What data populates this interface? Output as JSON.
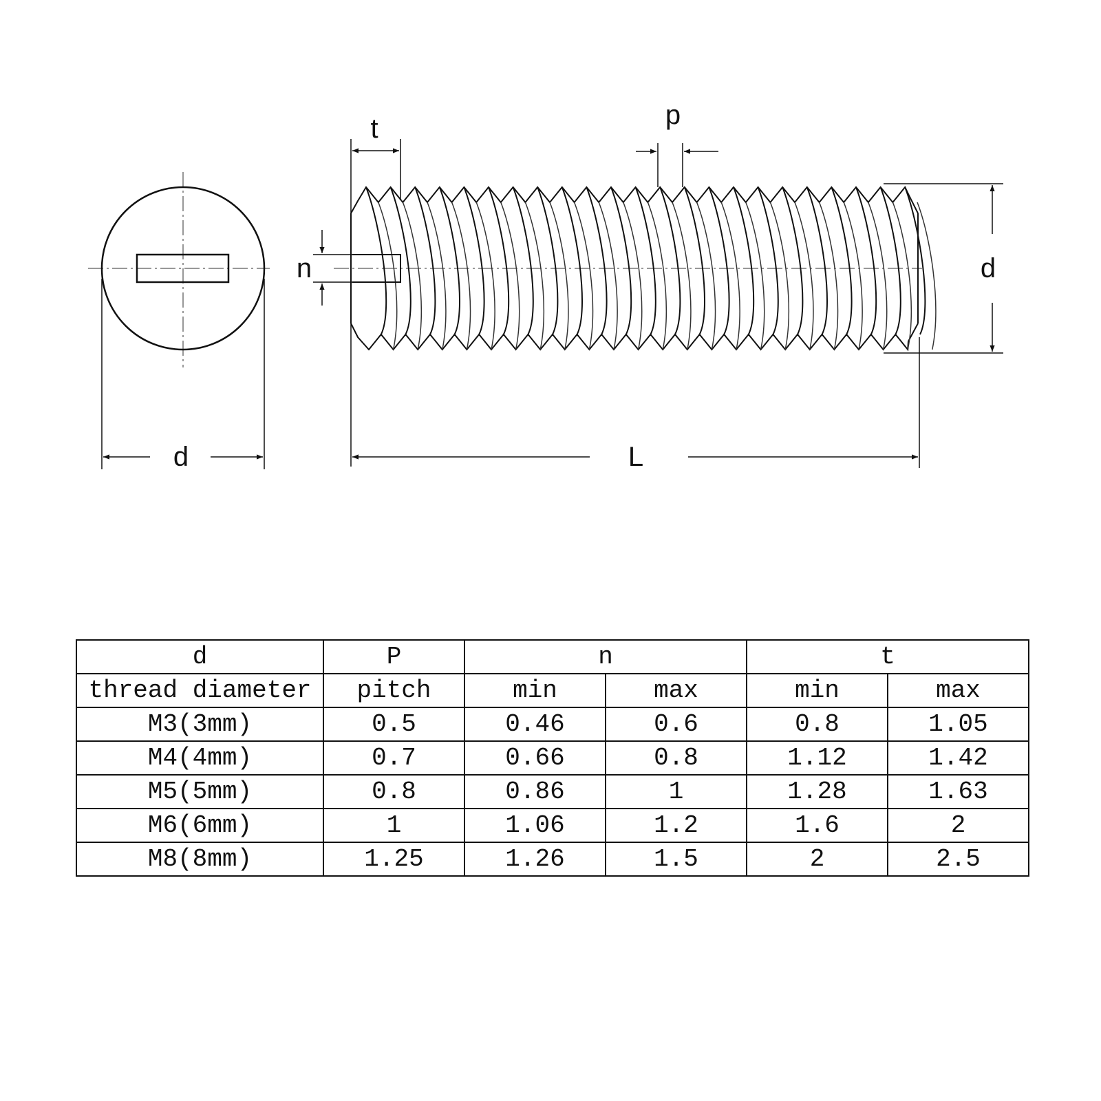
{
  "drawing": {
    "labels": {
      "t": "t",
      "p": "p",
      "n": "n",
      "d_side": "d",
      "d_end": "d",
      "L": "L"
    }
  },
  "table": {
    "header_row1": {
      "d": "d",
      "p": "P",
      "n": "n",
      "t": "t"
    },
    "header_row2": [
      "thread diameter",
      "pitch",
      "min",
      "max",
      "min",
      "max"
    ],
    "rows": [
      [
        "M3(3mm)",
        "0.5",
        "0.46",
        "0.6",
        "0.8",
        "1.05"
      ],
      [
        "M4(4mm)",
        "0.7",
        "0.66",
        "0.8",
        "1.12",
        "1.42"
      ],
      [
        "M5(5mm)",
        "0.8",
        "0.86",
        "1",
        "1.28",
        "1.63"
      ],
      [
        "M6(6mm)",
        "1",
        "1.06",
        "1.2",
        "1.6",
        "2"
      ],
      [
        "M8(8mm)",
        "1.25",
        "1.26",
        "1.5",
        "2",
        "2.5"
      ]
    ]
  }
}
